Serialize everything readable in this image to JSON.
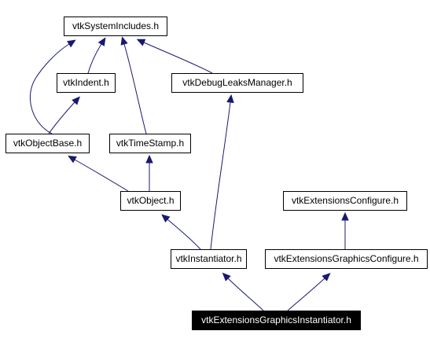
{
  "diagram": {
    "nodes": [
      {
        "id": "vtkSystemIncludes",
        "label": "vtkSystemIncludes.h",
        "focus": false
      },
      {
        "id": "vtkIndent",
        "label": "vtkIndent.h",
        "focus": false
      },
      {
        "id": "vtkDebugLeaksManager",
        "label": "vtkDebugLeaksManager.h",
        "focus": false
      },
      {
        "id": "vtkObjectBase",
        "label": "vtkObjectBase.h",
        "focus": false
      },
      {
        "id": "vtkTimeStamp",
        "label": "vtkTimeStamp.h",
        "focus": false
      },
      {
        "id": "vtkObject",
        "label": "vtkObject.h",
        "focus": false
      },
      {
        "id": "vtkExtensionsConfigure",
        "label": "vtkExtensionsConfigure.h",
        "focus": false
      },
      {
        "id": "vtkInstantiator",
        "label": "vtkInstantiator.h",
        "focus": false
      },
      {
        "id": "vtkExtensionsGraphicsConfigure",
        "label": "vtkExtensionsGraphicsConfigure.h",
        "focus": false
      },
      {
        "id": "vtkExtensionsGraphicsInstantiator",
        "label": "vtkExtensionsGraphicsInstantiator.h",
        "focus": true
      }
    ],
    "edges": [
      {
        "from": "vtkIndent",
        "to": "vtkSystemIncludes"
      },
      {
        "from": "vtkObjectBase",
        "to": "vtkSystemIncludes"
      },
      {
        "from": "vtkTimeStamp",
        "to": "vtkSystemIncludes"
      },
      {
        "from": "vtkDebugLeaksManager",
        "to": "vtkSystemIncludes"
      },
      {
        "from": "vtkObjectBase",
        "to": "vtkIndent"
      },
      {
        "from": "vtkObject",
        "to": "vtkObjectBase"
      },
      {
        "from": "vtkObject",
        "to": "vtkTimeStamp"
      },
      {
        "from": "vtkInstantiator",
        "to": "vtkObject"
      },
      {
        "from": "vtkInstantiator",
        "to": "vtkDebugLeaksManager"
      },
      {
        "from": "vtkExtensionsGraphicsConfigure",
        "to": "vtkExtensionsConfigure"
      },
      {
        "from": "vtkExtensionsGraphicsInstantiator",
        "to": "vtkInstantiator"
      },
      {
        "from": "vtkExtensionsGraphicsInstantiator",
        "to": "vtkExtensionsGraphicsConfigure"
      }
    ],
    "colors": {
      "edge": "#191970",
      "focus_fill": "#000000",
      "focus_text": "#ffffff",
      "node_fill": "#ffffff",
      "node_border": "#000000"
    }
  }
}
